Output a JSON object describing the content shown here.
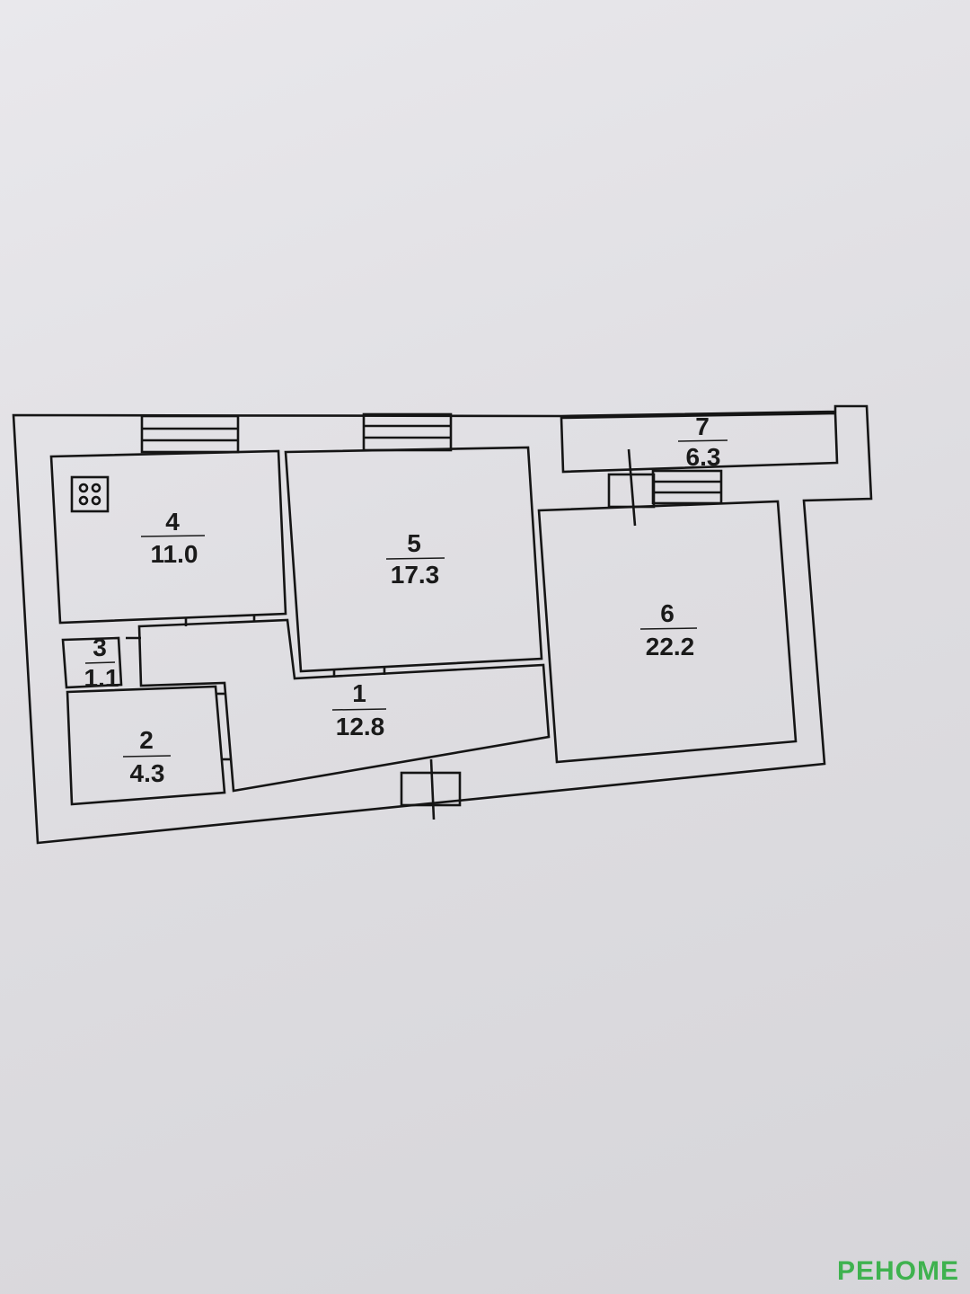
{
  "rooms": [
    {
      "number": "1",
      "area": "12.8"
    },
    {
      "number": "2",
      "area": "4.3"
    },
    {
      "number": "3",
      "area": "1.1"
    },
    {
      "number": "4",
      "area": "11.0"
    },
    {
      "number": "5",
      "area": "17.3"
    },
    {
      "number": "6",
      "area": "22.2"
    },
    {
      "number": "7",
      "area": "6.3"
    }
  ],
  "watermark": "PEHOME",
  "colors": {
    "line": "#151515",
    "watermark": "#3fb24f",
    "paper": "#e4e3e7"
  }
}
